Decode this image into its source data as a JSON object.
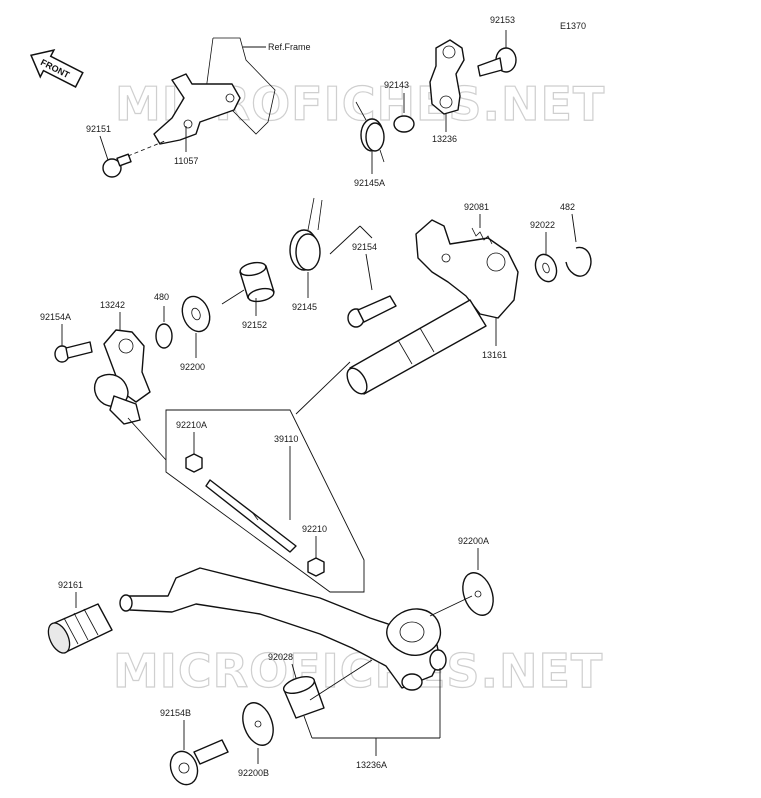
{
  "diagram_code": "E1370",
  "front_label": "FRONT",
  "watermark": "MICROFICHES.NET",
  "ref_frame_label": "Ref.Frame",
  "part_numbers": {
    "p92153": "92153",
    "p92151": "92151",
    "p11057": "11057",
    "p92143": "92143",
    "p13236": "13236",
    "p92145A": "92145A",
    "p92081": "92081",
    "p482": "482",
    "p92022": "92022",
    "p92154": "92154",
    "p92145": "92145",
    "p92152": "92152",
    "p480": "480",
    "p92154A": "92154A",
    "p13242": "13242",
    "p92200": "92200",
    "p13161": "13161",
    "p92210A": "92210A",
    "p39110": "39110",
    "p92210": "92210",
    "p92200A": "92200A",
    "p92161": "92161",
    "p92028": "92028",
    "p92154B": "92154B",
    "p92200B": "92200B",
    "p13236A": "13236A"
  }
}
